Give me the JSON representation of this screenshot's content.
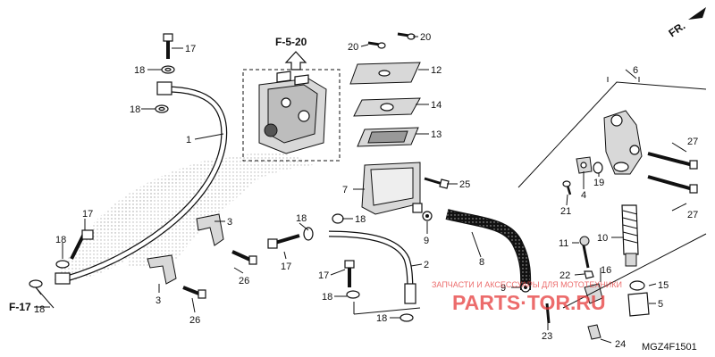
{
  "diagram": {
    "refs": {
      "f520": "F-5-20",
      "f17": "F-17",
      "front": "FR."
    },
    "callouts": [
      {
        "n": "17"
      },
      {
        "n": "18"
      },
      {
        "n": "18"
      },
      {
        "n": "1"
      },
      {
        "n": "20"
      },
      {
        "n": "20"
      },
      {
        "n": "12"
      },
      {
        "n": "14"
      },
      {
        "n": "13"
      },
      {
        "n": "7"
      },
      {
        "n": "25"
      },
      {
        "n": "9"
      },
      {
        "n": "8"
      },
      {
        "n": "18"
      },
      {
        "n": "17"
      },
      {
        "n": "18"
      },
      {
        "n": "3"
      },
      {
        "n": "18"
      },
      {
        "n": "17"
      },
      {
        "n": "26"
      },
      {
        "n": "3"
      },
      {
        "n": "26"
      },
      {
        "n": "17"
      },
      {
        "n": "18"
      },
      {
        "n": "2"
      },
      {
        "n": "18"
      },
      {
        "n": "6"
      },
      {
        "n": "27"
      },
      {
        "n": "27"
      },
      {
        "n": "19"
      },
      {
        "n": "4"
      },
      {
        "n": "21"
      },
      {
        "n": "10"
      },
      {
        "n": "11"
      },
      {
        "n": "22"
      },
      {
        "n": "16"
      },
      {
        "n": "15"
      },
      {
        "n": "5"
      },
      {
        "n": "9"
      },
      {
        "n": "23"
      },
      {
        "n": "24"
      },
      {
        "n": "18"
      }
    ],
    "watermark": {
      "brand": "PARTS·TOR.RU",
      "tagline": "ЗАПЧАСТИ И АКСЕССУАРЫ ДЛЯ МОТОТЕХНИКИ",
      "color": "#e63c3c"
    },
    "diagram_code": "MGZ4F1501"
  }
}
